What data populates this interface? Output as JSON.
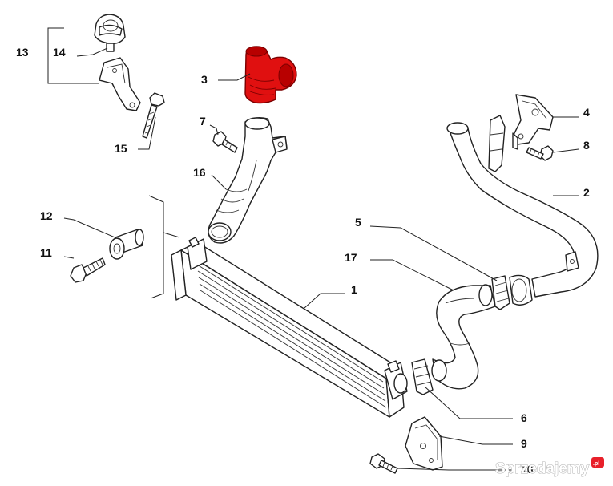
{
  "callouts": {
    "c1": "1",
    "c2": "2",
    "c3": "3",
    "c4": "4",
    "c5": "5",
    "c6": "6",
    "c7": "7",
    "c8": "8",
    "c9": "9",
    "c10": "10",
    "c11": "11",
    "c12": "12",
    "c13": "13",
    "c14": "14",
    "c15": "15",
    "c16": "16",
    "c17": "17"
  },
  "colors": {
    "highlight": "#e01010",
    "outline": "#222222",
    "watermark_badge": "#e8202a"
  },
  "watermark": {
    "text": "Sprzedajemy",
    "suffix": ".pl"
  },
  "icons": {
    "watermark_badge": "red-badge-icon"
  }
}
